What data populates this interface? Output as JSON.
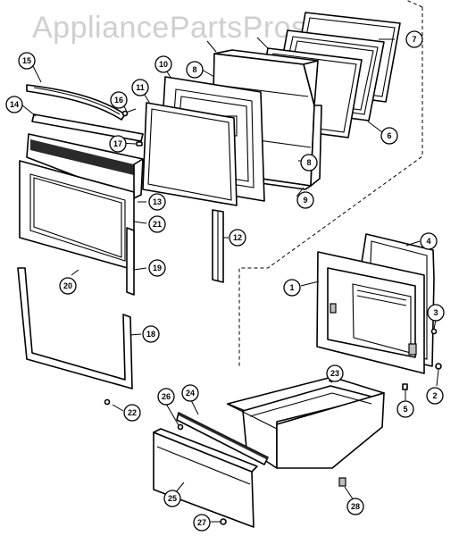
{
  "watermark": "AppliancePartsPros.com",
  "callouts": [
    {
      "id": "c1",
      "label": "1"
    },
    {
      "id": "c2",
      "label": "2"
    },
    {
      "id": "c3",
      "label": "3"
    },
    {
      "id": "c4",
      "label": "4"
    },
    {
      "id": "c5",
      "label": "5"
    },
    {
      "id": "c6",
      "label": "6"
    },
    {
      "id": "c7",
      "label": "7"
    },
    {
      "id": "c8a",
      "label": "8"
    },
    {
      "id": "c8b",
      "label": "8"
    },
    {
      "id": "c9",
      "label": "9"
    },
    {
      "id": "c10",
      "label": "10"
    },
    {
      "id": "c11",
      "label": "11"
    },
    {
      "id": "c12",
      "label": "12"
    },
    {
      "id": "c13",
      "label": "13"
    },
    {
      "id": "c14",
      "label": "14"
    },
    {
      "id": "c15",
      "label": "15"
    },
    {
      "id": "c16",
      "label": "16"
    },
    {
      "id": "c17",
      "label": "17"
    },
    {
      "id": "c18",
      "label": "18"
    },
    {
      "id": "c19",
      "label": "19"
    },
    {
      "id": "c20",
      "label": "20"
    },
    {
      "id": "c21",
      "label": "21"
    },
    {
      "id": "c22",
      "label": "22"
    },
    {
      "id": "c23",
      "label": "23"
    },
    {
      "id": "c24",
      "label": "24"
    },
    {
      "id": "c25",
      "label": "25"
    },
    {
      "id": "c26",
      "label": "26"
    },
    {
      "id": "c27",
      "label": "27"
    },
    {
      "id": "c28",
      "label": "28"
    }
  ]
}
